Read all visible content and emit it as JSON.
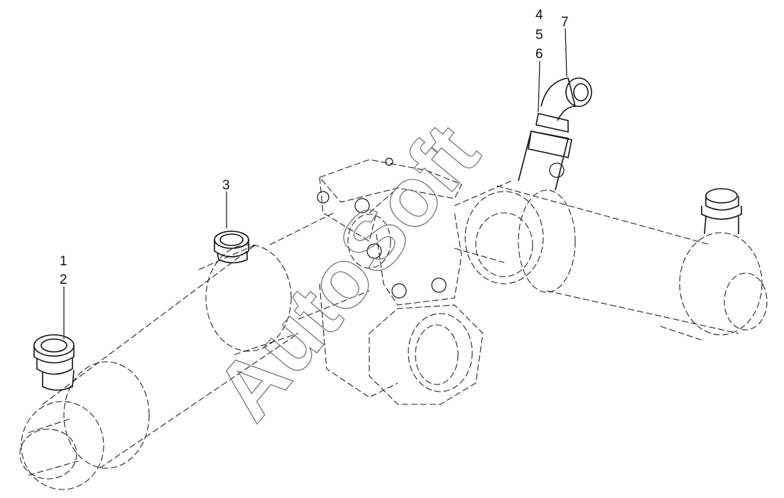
{
  "diagram": {
    "callouts": [
      "1",
      "2",
      "3",
      "4",
      "5",
      "6",
      "7"
    ],
    "watermark": "AutoSoft"
  }
}
